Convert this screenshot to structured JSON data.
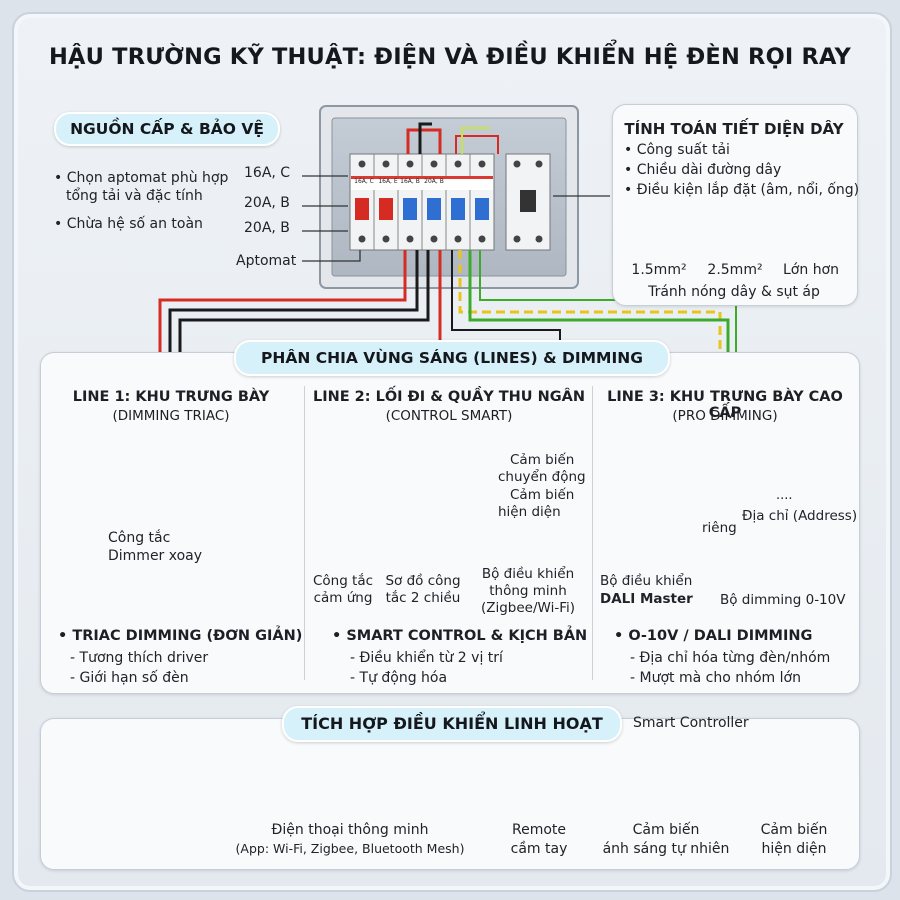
{
  "title": "HẬU TRƯỜNG KỸ THUẬT: ĐIỆN VÀ ĐIỀU KHIỂN HỆ ĐÈN RỌI RAY",
  "power": {
    "heading": "NGUỒN CẤP & BẢO VỆ",
    "bullets": [
      "Chọn aptomat phù hợp",
      "tổng tải và đặc tính",
      "Chừa hệ số an toàn"
    ],
    "ratings": [
      "16A, C",
      "20A, B",
      "20A, B"
    ],
    "breaker_label": "Aptomat",
    "breaker_tags": [
      "16A, C",
      "16A, E",
      "16A, B",
      "20A, B"
    ]
  },
  "wire": {
    "heading": "TÍNH TOÁN TIẾT DIỆN DÂY",
    "bullets": [
      "Công suất tải",
      "Chiều dài đường dây",
      "Điều kiện lắp đặt (âm, nổi, ống)"
    ],
    "sizes": [
      "1.5mm²",
      "2.5mm²",
      "Lớn hơn"
    ],
    "note": "Tránh nóng dây & sụt áp"
  },
  "zones": {
    "heading": "PHÂN CHIA VÙNG SÁNG (LINES) & DIMMING",
    "line1": {
      "title": "LINE 1: KHU TRƯNG BÀY",
      "subtitle": "(DIMMING TRIAC)",
      "device": [
        "Công tắc",
        "Dimmer xoay"
      ],
      "summary": "• TRIAC DIMMING (ĐƠN GIẢN)",
      "points": [
        "Tương thích driver",
        "Giới hạn số đèn"
      ]
    },
    "line2": {
      "title": "LINE 2: LỐI ĐI & QUẦY THU NGÂN",
      "subtitle": "(CONTROL SMART)",
      "motion": [
        "Cảm biến",
        "chuyển động"
      ],
      "presence": [
        "Cảm biến",
        "hiện diện"
      ],
      "touch": [
        "Công tắc",
        "cảm ứng"
      ],
      "twoway": [
        "Sơ đồ công",
        "tắc 2 chiều"
      ],
      "controller": [
        "Bộ điều khiển",
        "thông minh",
        "(Zigbee/Wi-Fi)"
      ],
      "summary": "• SMART CONTROL & KỊCH BẢN",
      "points": [
        "Điều khiển từ 2 vị trí",
        "Tự động hóa"
      ]
    },
    "line3": {
      "title": "LINE 3: KHU TRƯNG BÀY CAO CẤP",
      "subtitle": "(PRO DIMMING)",
      "address": "Địa chỉ (Address)",
      "dots": "....",
      "separate": "riêng",
      "dali": [
        "Bộ điều khiển",
        "DALI Master"
      ],
      "dimmer": "Bộ dimming 0-10V",
      "summary": "• O-10V / DALI DIMMING",
      "points": [
        "Địa chỉ hóa từng đèn/nhóm",
        "Mượt mà cho nhóm lớn"
      ]
    }
  },
  "integration": {
    "heading": "TÍCH HỢP ĐIỀU KHIỂN LINH HOẠT",
    "smart_controller": "Smart Controller",
    "phone": [
      "Điện thoại thông minh",
      "(App: Wi-Fi, Zigbee, Bluetooth Mesh)"
    ],
    "remote": [
      "Remote",
      "cầm tay"
    ],
    "light_sensor": [
      "Cảm biến",
      "ánh sáng tự nhiên"
    ],
    "presence_sensor": [
      "Cảm biến",
      "hiện diện"
    ]
  },
  "colors": {
    "live_red": "#d52b23",
    "neutral_black": "#1a1a1a",
    "earth_yellow": "#e8c51d",
    "earth_green": "#3cab2b",
    "signal_blue": "#2f6fd1",
    "pill_bg": "#d6f1fa"
  }
}
